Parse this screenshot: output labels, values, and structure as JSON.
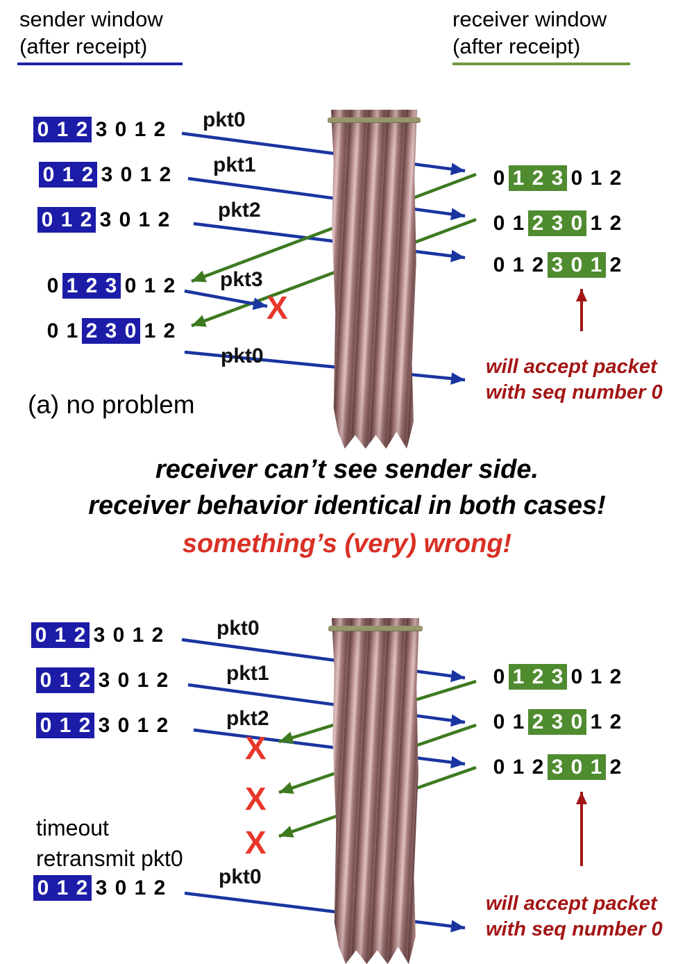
{
  "colors": {
    "sender_window_highlight": "#1c1ca8",
    "receiver_window_highlight": "#4f8b2f",
    "data_arrow": "#1a35a0",
    "ack_arrow": "#3d7a20",
    "loss_x": "#e8372b",
    "accept_note": "#a31515",
    "warning_text": "#d93025",
    "sender_underline": "#2222aa",
    "receiver_underline": "#6f9a3d"
  },
  "headers": {
    "sender": {
      "line1": "sender window",
      "line2": "(after receipt)"
    },
    "receiver": {
      "line1": "receiver window",
      "line2": "(after receipt)"
    }
  },
  "loss_mark": "X",
  "section_a": {
    "caption": "(a) no problem",
    "packet_labels": {
      "pkt0": "pkt0",
      "pkt1": "pkt1",
      "pkt2": "pkt2",
      "pkt3": "pkt3",
      "pkt0_retx": "pkt0"
    },
    "sender_windows": [
      {
        "digits": "0123012",
        "hl": 0
      },
      {
        "digits": "0123012",
        "hl": 0
      },
      {
        "digits": "0123012",
        "hl": 0
      },
      {
        "digits": "0123012",
        "hl": 1
      },
      {
        "digits": "0123012",
        "hl": 2
      }
    ],
    "receiver_windows": [
      {
        "digits": "0123012",
        "hl": 1
      },
      {
        "digits": "0123012",
        "hl": 2
      },
      {
        "digits": "0123012",
        "hl": 3
      }
    ],
    "accept_note": {
      "line1": "will accept packet",
      "line2": "with seq number 0"
    }
  },
  "middle_note": {
    "line1": "receiver can’t see sender side.",
    "line2": "receiver behavior identical in both cases!",
    "line3": "something’s (very) wrong!"
  },
  "section_b": {
    "packet_labels": {
      "pkt0": "pkt0",
      "pkt1": "pkt1",
      "pkt2": "pkt2",
      "pkt0_retx": "pkt0"
    },
    "timeout_note": {
      "line1": "timeout",
      "line2": "retransmit pkt0"
    },
    "sender_windows": [
      {
        "digits": "0123012",
        "hl": 0
      },
      {
        "digits": "0123012",
        "hl": 0
      },
      {
        "digits": "0123012",
        "hl": 0
      },
      {
        "digits": "0123012",
        "hl": 0
      }
    ],
    "receiver_windows": [
      {
        "digits": "0123012",
        "hl": 1
      },
      {
        "digits": "0123012",
        "hl": 2
      },
      {
        "digits": "0123012",
        "hl": 3
      }
    ],
    "accept_note": {
      "line1": "will accept packet",
      "line2": "with seq number 0"
    }
  }
}
